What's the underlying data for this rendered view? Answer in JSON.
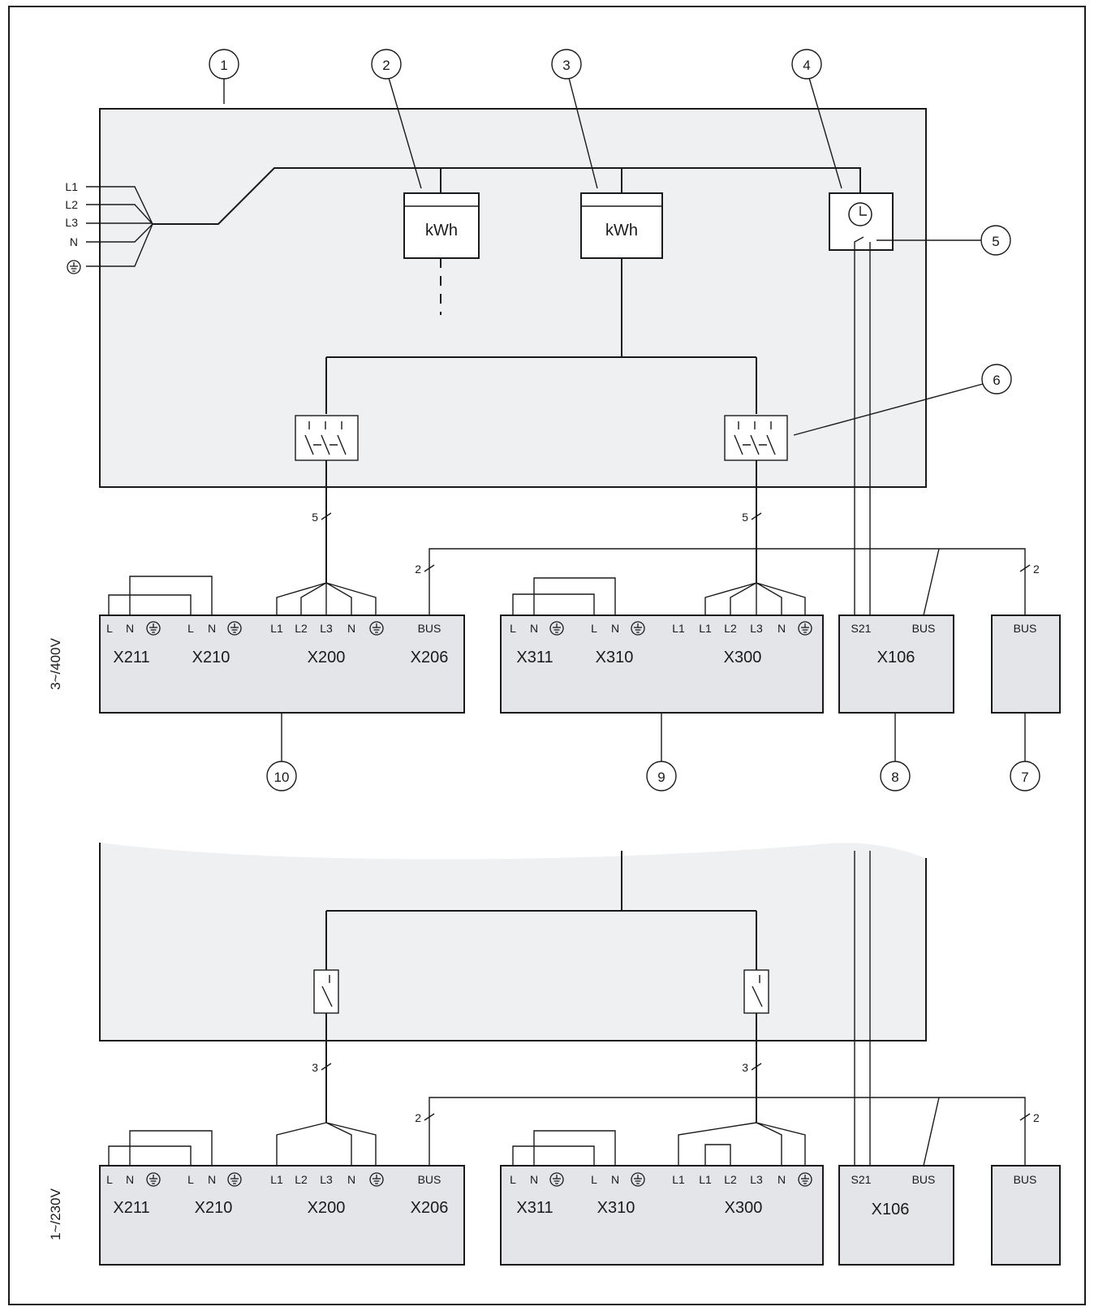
{
  "colors": {
    "line": "#1a1a1a",
    "panel_fill": "#eef0f2",
    "terminal_fill": "#e3e5e8",
    "component_fill": "#ffffff"
  },
  "callouts": [
    "1",
    "2",
    "3",
    "4",
    "5",
    "6",
    "7",
    "8",
    "9",
    "10"
  ],
  "supply_labels": [
    "L1",
    "L2",
    "L3",
    "N"
  ],
  "meter_label": "kWh",
  "voltages": {
    "three_phase": "3~/400V",
    "single_phase": "1~/230V"
  },
  "wire_counts": {
    "five": "5",
    "three": "3",
    "two": "2"
  },
  "top_section": {
    "unit10": {
      "pins": [
        "L",
        "N",
        "L",
        "N",
        "L1",
        "L2",
        "L3",
        "N",
        "BUS"
      ],
      "names": [
        "X211",
        "X210",
        "X200",
        "X206"
      ]
    },
    "unit9": {
      "pins": [
        "L",
        "N",
        "L",
        "N",
        "L1",
        "L1",
        "L2",
        "L3",
        "N"
      ],
      "names": [
        "X311",
        "X310",
        "X300"
      ]
    },
    "unit8": {
      "pins": [
        "S21",
        "BUS"
      ],
      "names": [
        "X106"
      ]
    },
    "unit7": {
      "pins": [
        "BUS"
      ]
    }
  },
  "bottom_section": {
    "unit10": {
      "pins": [
        "L",
        "N",
        "L",
        "N",
        "L1",
        "L2",
        "L3",
        "N",
        "BUS"
      ],
      "names": [
        "X211",
        "X210",
        "X200",
        "X206"
      ]
    },
    "unit9": {
      "pins": [
        "L",
        "N",
        "L",
        "N",
        "L1",
        "L1",
        "L2",
        "L3",
        "N"
      ],
      "names": [
        "X311",
        "X310",
        "X300"
      ]
    },
    "unit8": {
      "pins": [
        "S21",
        "BUS"
      ],
      "names": [
        "X106"
      ]
    },
    "unit7": {
      "pins": [
        "BUS"
      ]
    }
  }
}
